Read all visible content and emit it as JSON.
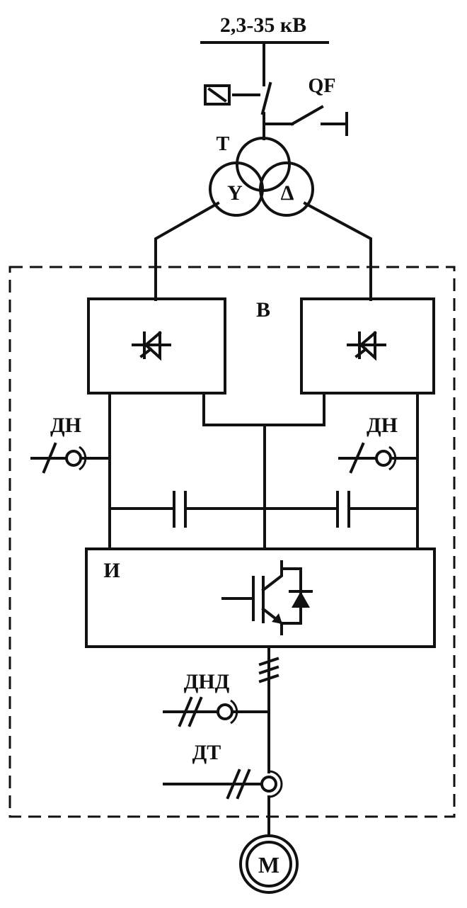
{
  "colors": {
    "ink": "#111111",
    "paper": "#ffffff"
  },
  "labels": {
    "supply_voltage": "2,3-35 кВ",
    "breaker": "QF",
    "transformer": "T",
    "wye": "Y",
    "delta": "Δ",
    "rectifier": "В",
    "voltage_sensor_left": "ДН",
    "voltage_sensor_right": "ДН",
    "inverter": "И",
    "output_voltage_sensor": "ДНД",
    "current_sensor": "ДТ",
    "motor": "M"
  }
}
